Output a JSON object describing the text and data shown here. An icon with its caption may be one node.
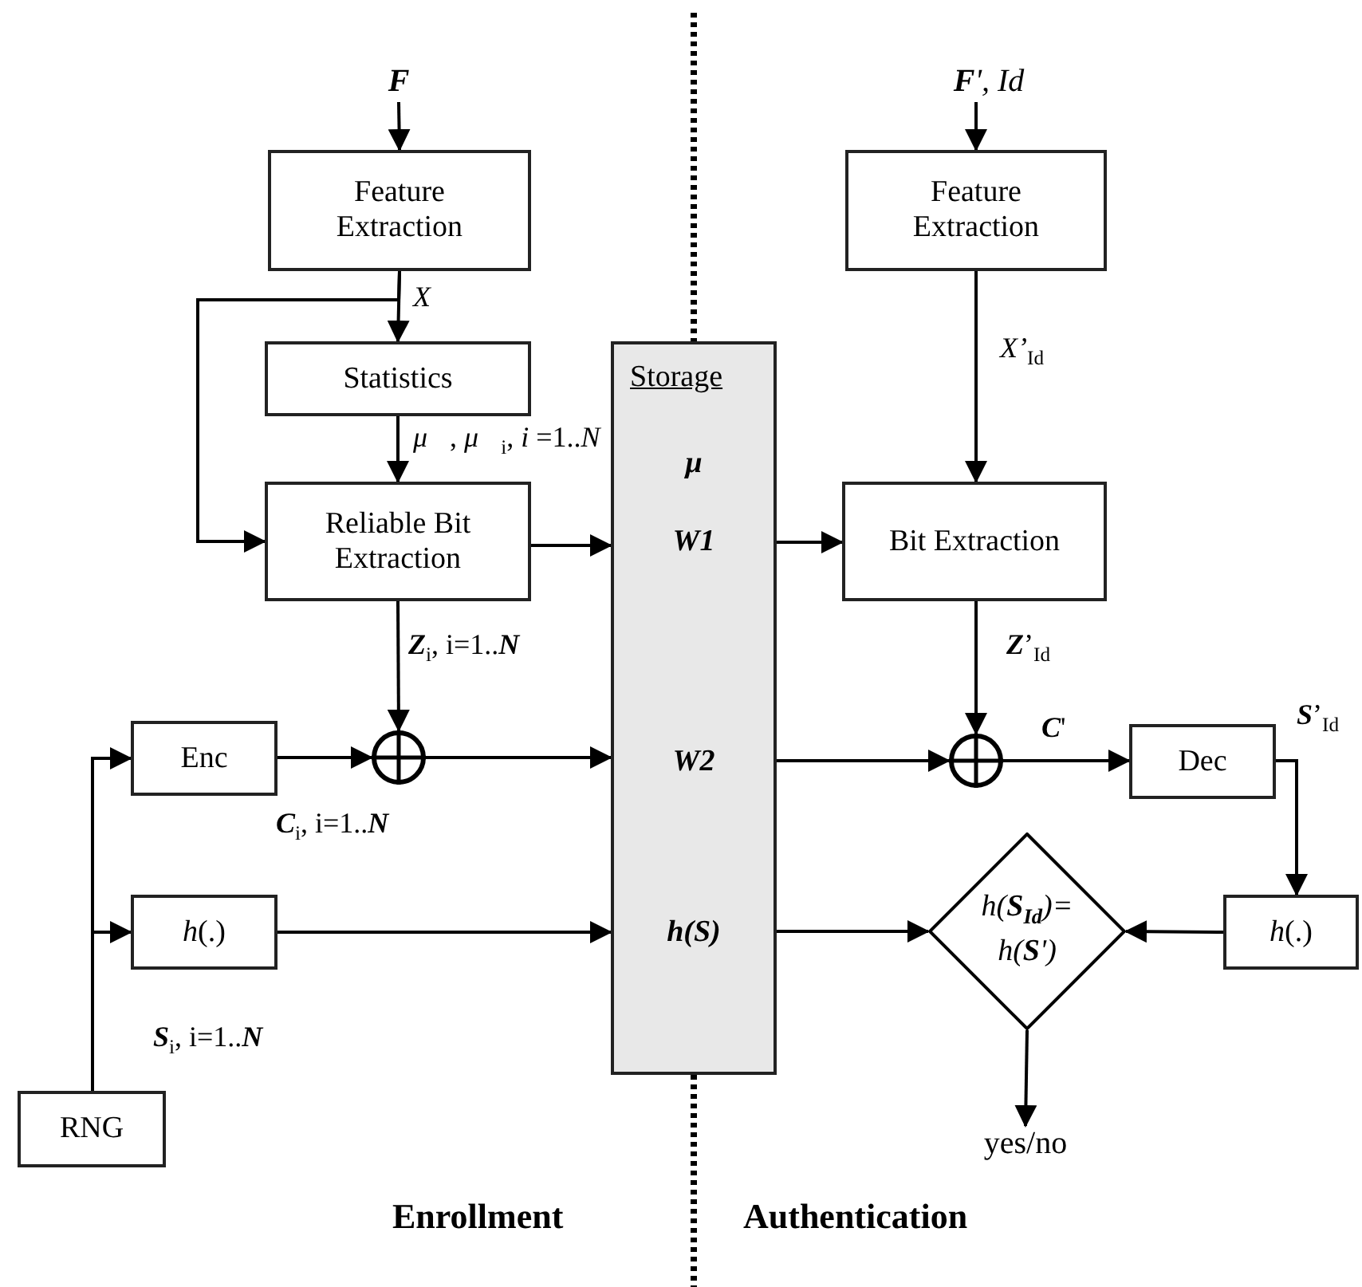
{
  "diagram": {
    "nodes": [
      {
        "text": [
          "F"
        ]
      },
      {
        "text": [
          "Feature Extraction"
        ]
      },
      {
        "text": [
          "Statistics"
        ]
      },
      {
        "text": [
          "Reliable Bit Extraction"
        ]
      },
      {
        "text": [
          "Storage",
          "μ",
          "W1",
          "W2",
          "h(S)"
        ]
      },
      {
        "text": [
          "Enc"
        ]
      },
      {
        "text": [],
        "shape": "circle"
      },
      {
        "text": [
          "*h*(.)"
        ]
      },
      {
        "text": [
          "RNG"
        ]
      },
      {
        "text": [
          "**F**', Id"
        ]
      },
      {
        "text": [
          "Feature Extraction"
        ]
      },
      {
        "text": [
          "Bit Extraction"
        ]
      },
      {
        "text": [],
        "shape": "circle"
      },
      {
        "text": [
          "Dec"
        ]
      },
      {
        "text": [
          "*h*(.)"
        ]
      },
      {
        "text": [
          "*h*(**S**$_{Id}$)= *h*(**S**')"
        ]
      },
      {
        "text": [
          "yes/no"
        ]
      }
    ],
    "edges": [
      {
        "from": 0,
        "to": 1,
        "arrow": "to"
      },
      {
        "from": 1,
        "to": 2,
        "arrow": "to",
        "label": "*X*"
      },
      {
        "from": 1,
        "to": 3,
        "arrow": "to"
      },
      {
        "from": 2,
        "to": 3,
        "arrow": "to",
        "label": "*μ⃗*, *μ⃗*$_{i}$, *i* =1..*N*"
      },
      {
        "from": 3,
        "to": 4,
        "arrow": "to"
      },
      {
        "from": 3,
        "to": 6,
        "arrow": "to",
        "label": "**Z**$_{i}$, i=1..**N**"
      },
      {
        "from": 8,
        "to": 5,
        "arrow": "to"
      },
      {
        "from": 8,
        "to": 7,
        "arrow": "to",
        "label": "**S**$_{i}$, i=1..**N**"
      },
      {
        "from": 5,
        "to": 6,
        "arrow": "to",
        "label": "**C**$_{i}$, i=1..**N**"
      },
      {
        "from": 6,
        "to": 4,
        "arrow": "to"
      },
      {
        "from": 7,
        "to": 4,
        "arrow": "to"
      },
      {
        "from": 9,
        "to": 10,
        "arrow": "to"
      },
      {
        "from": 10,
        "to": 11,
        "arrow": "to",
        "label": "*X’*$_{Id}$"
      },
      {
        "from": 4,
        "to": 11,
        "arrow": "to"
      },
      {
        "from": 11,
        "to": 12,
        "arrow": "to",
        "label": "**Z**’$_{Id}$"
      },
      {
        "from": 4,
        "to": 12,
        "arrow": "to"
      },
      {
        "from": 12,
        "to": 13,
        "arrow": "to",
        "label": "**C**'"
      },
      {
        "from": 13,
        "to": 14,
        "arrow": "to",
        "label": "**S**’$_{Id}$"
      },
      {
        "from": 14,
        "to": 15,
        "arrow": "to"
      },
      {
        "from": 4,
        "to": 15,
        "arrow": "to"
      },
      {
        "from": 15,
        "to": 16,
        "arrow": "to"
      }
    ],
    "labels": [
      "Enrollment",
      "Authentication"
    ]
  }
}
